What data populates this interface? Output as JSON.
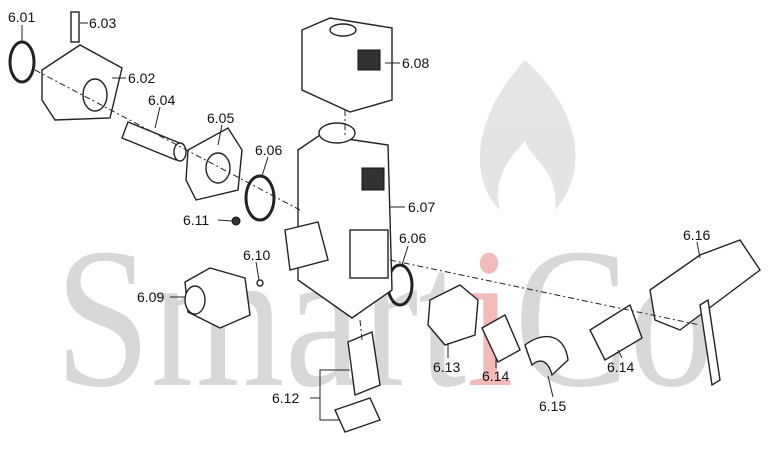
{
  "watermark": {
    "text_before": "Smart",
    "text_i": "i",
    "text_after": "Co",
    "accent_color": "#e23b3b",
    "gray_color": "#d4d4d4"
  },
  "labels": {
    "l601": "6.01",
    "l603": "6.03",
    "l602": "6.02",
    "l604": "6.04",
    "l605": "6.05",
    "l606a": "6.06",
    "l608": "6.08",
    "l607": "6.07",
    "l611": "6.11",
    "l606b": "6.06",
    "l610": "6.10",
    "l616": "6.16",
    "l609": "6.09",
    "l613": "6.13",
    "l614a": "6.14",
    "l614b": "6.14",
    "l615": "6.15",
    "l612": "6.12"
  }
}
